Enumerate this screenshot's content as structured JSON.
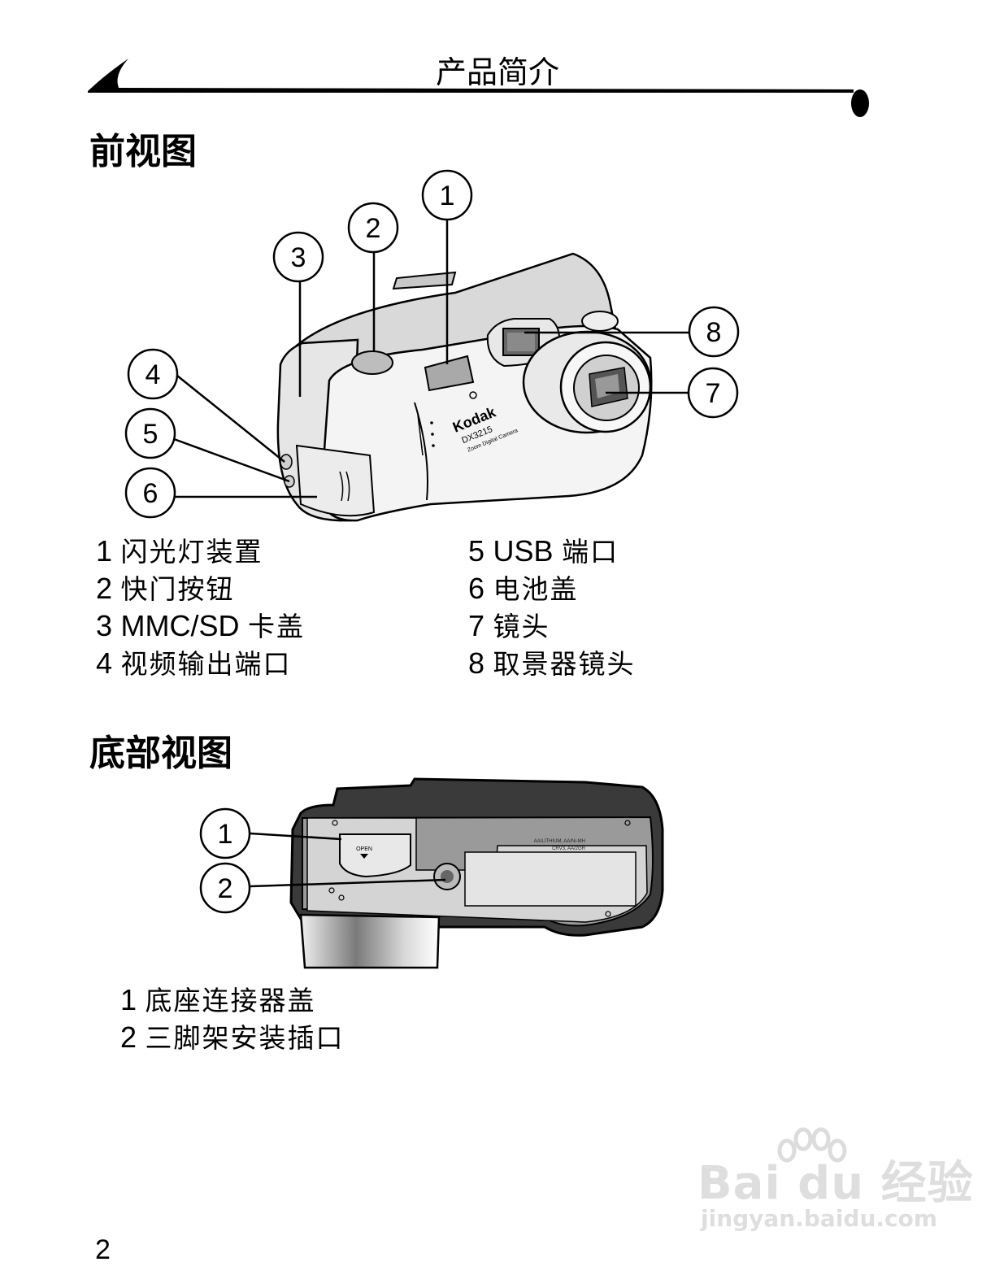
{
  "header": {
    "title": "产品简介"
  },
  "front": {
    "title": "前视图",
    "legend_left": [
      {
        "num": "1",
        "text": "闪光灯装置"
      },
      {
        "num": "2",
        "text": "快门按钮"
      },
      {
        "num": "3",
        "text": "卡盖",
        "latin": "MMC/SD"
      },
      {
        "num": "4",
        "text": "视频输出端口"
      }
    ],
    "legend_right": [
      {
        "num": "5",
        "text": "端口",
        "latin": "USB"
      },
      {
        "num": "6",
        "text": "电池盖"
      },
      {
        "num": "7",
        "text": "镜头"
      },
      {
        "num": "8",
        "text": "取景器镜头"
      }
    ],
    "callouts": [
      "1",
      "2",
      "3",
      "4",
      "5",
      "6",
      "7",
      "8"
    ],
    "camera_brand": "Kodak",
    "camera_model": "DX3215",
    "camera_subtitle": "Zoom Digital Camera"
  },
  "bottom": {
    "title": "底部视图",
    "legend": [
      {
        "num": "1",
        "text": "底座连接器盖"
      },
      {
        "num": "2",
        "text": "三脚架安装插口"
      }
    ],
    "callouts": [
      "1",
      "2"
    ],
    "open_label": "OPEN",
    "battery_label_1": "AA/LITHIUM, AA/Ni-MH",
    "battery_label_2": "CRV3, AA/2GR"
  },
  "page_number": "2",
  "watermark": {
    "logo": "Bai du 经验",
    "url": "jingyan.baidu.com"
  }
}
